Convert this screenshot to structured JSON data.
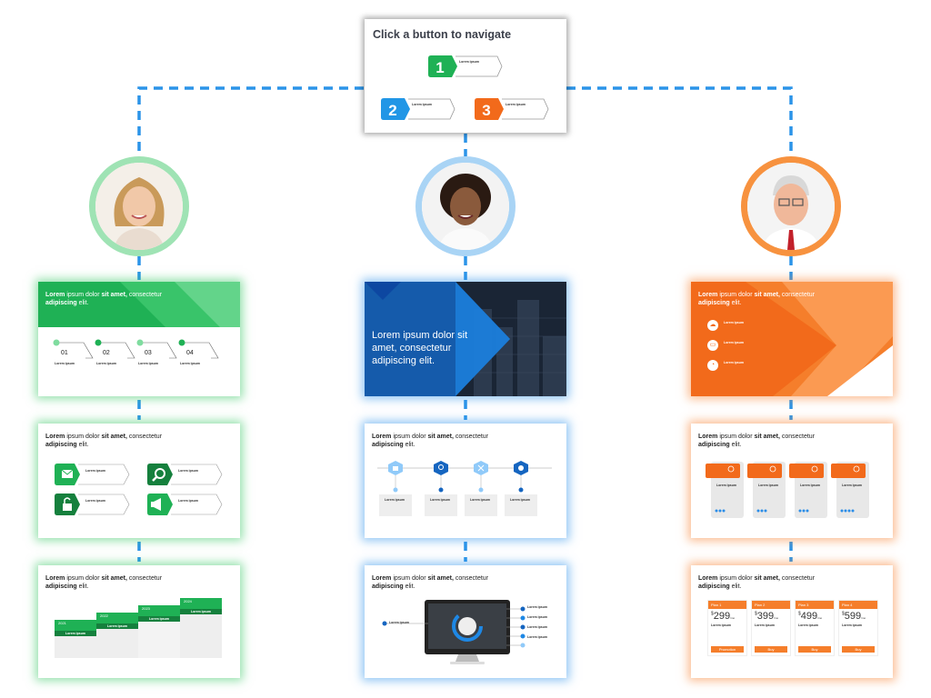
{
  "nav_slide": {
    "title": "Click a button to navigate",
    "buttons": [
      {
        "number": "1",
        "label": "Lorem ipsum",
        "color": "#1fb155"
      },
      {
        "number": "2",
        "label": "Lorem ipsum",
        "color": "#2196e6"
      },
      {
        "number": "3",
        "label": "Lorem ipsum",
        "color": "#f26a1b"
      }
    ]
  },
  "colors": {
    "green": "#1fb155",
    "blue": "#2b8de8",
    "orange": "#f57e2b",
    "dash": "#2b94e8"
  },
  "heading": {
    "pre": "Lorem",
    "mid": " ipsum dolor ",
    "bold": "sit amet,",
    "post": " consectetur",
    "bold2": "adipiscing",
    "end": " elit."
  },
  "green_column": {
    "slide1": {
      "steps": [
        "01",
        "02",
        "03",
        "04"
      ],
      "step_label": "Lorem ipsum"
    },
    "slide2": {
      "item_label": "Lorem ipsum",
      "icons": [
        "mail-icon",
        "search-icon",
        "unlock-icon",
        "megaphone-icon"
      ]
    },
    "slide3": {
      "years": [
        "2021",
        "2022",
        "2023",
        "2024"
      ],
      "item_label": "Lorem ipsum"
    }
  },
  "blue_column": {
    "slide1": {
      "big_text": "Lorem ipsum dolor sit amet, consectetur adipiscing elit."
    },
    "slide2": {
      "icons": [
        "lock-icon",
        "search-icon",
        "tools-icon",
        "dollar-icon"
      ],
      "item_label": "Lorem ipsum"
    },
    "slide3": {
      "item_label": "Lorem ipsum"
    }
  },
  "orange_column": {
    "slide1": {
      "item_label": "Lorem ipsum",
      "icons": [
        "cloud-icon",
        "screen-icon",
        "chart-icon"
      ]
    },
    "slide2": {
      "item_label": "Lorem ipsum"
    },
    "slide3": {
      "plans": [
        {
          "name": "Plan 1",
          "price": "299",
          "button": "Promotion"
        },
        {
          "name": "Plan 2",
          "price": "399",
          "button": "Buy"
        },
        {
          "name": "Plan 3",
          "price": "499",
          "button": "Buy"
        },
        {
          "name": "Plan 4",
          "price": "599",
          "button": "Buy"
        }
      ],
      "currency": "$",
      "per": "/mo",
      "item_label": "Lorem ipsum"
    }
  }
}
